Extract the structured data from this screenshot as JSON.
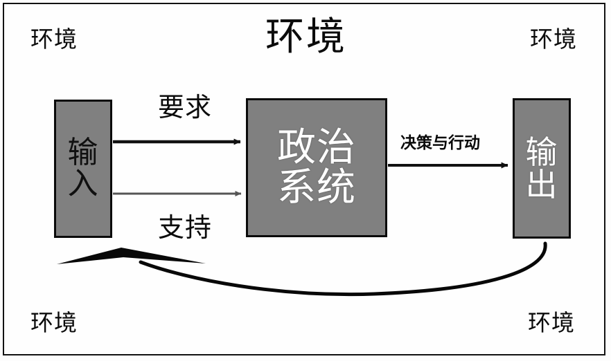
{
  "diagram": {
    "title_center": "环境",
    "environment_labels": {
      "top_left": "环境",
      "top_right": "环境",
      "bottom_left": "环境",
      "bottom_right": "环境"
    },
    "nodes": [
      {
        "id": "input",
        "label": "输\n入",
        "fill": "#808080",
        "border": "#0a0a0a",
        "text_color": "#101010"
      },
      {
        "id": "system",
        "label": "政治\n系统",
        "fill": "#808080",
        "border": "#0a0a0a",
        "text_color": "#ffffff"
      },
      {
        "id": "output",
        "label": "输\n出",
        "fill": "#808080",
        "border": "#0a0a0a",
        "text_color": "#ffffff"
      }
    ],
    "flows": [
      {
        "id": "demand",
        "label": "要求",
        "from": "input",
        "to": "system",
        "stroke": "#111111"
      },
      {
        "id": "support",
        "label": "支持",
        "from": "input",
        "to": "system",
        "stroke": "#555555"
      },
      {
        "id": "decision",
        "label": "决策与行动",
        "from": "system",
        "to": "output",
        "stroke": "#111111"
      },
      {
        "id": "feedback",
        "label": "",
        "from": "output",
        "to": "input",
        "stroke": "#080808"
      }
    ],
    "frame": {
      "border_color": "#111111",
      "background": "#fefefe"
    }
  }
}
